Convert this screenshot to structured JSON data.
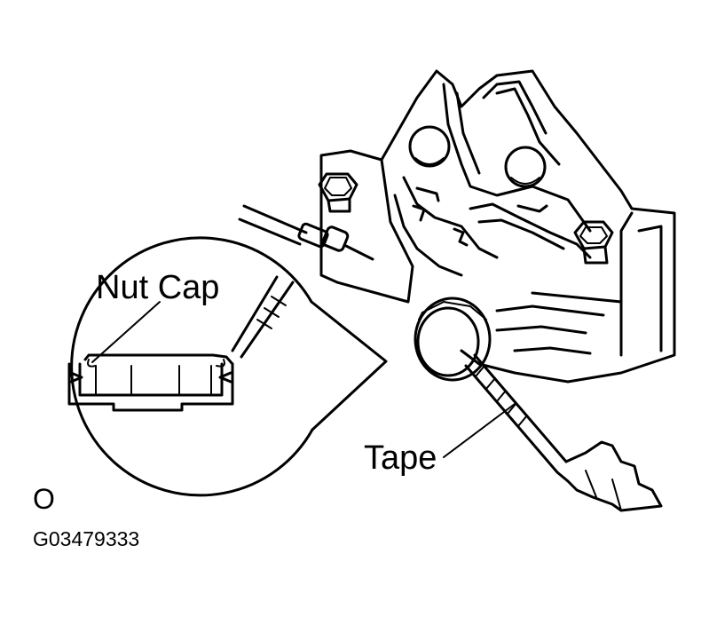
{
  "labels": {
    "nut_cap": "Nut Cap",
    "tape": "Tape",
    "view_mark": "O",
    "figure_code": "G03479333"
  },
  "colors": {
    "ink": "#000000",
    "paper": "#ffffff"
  }
}
